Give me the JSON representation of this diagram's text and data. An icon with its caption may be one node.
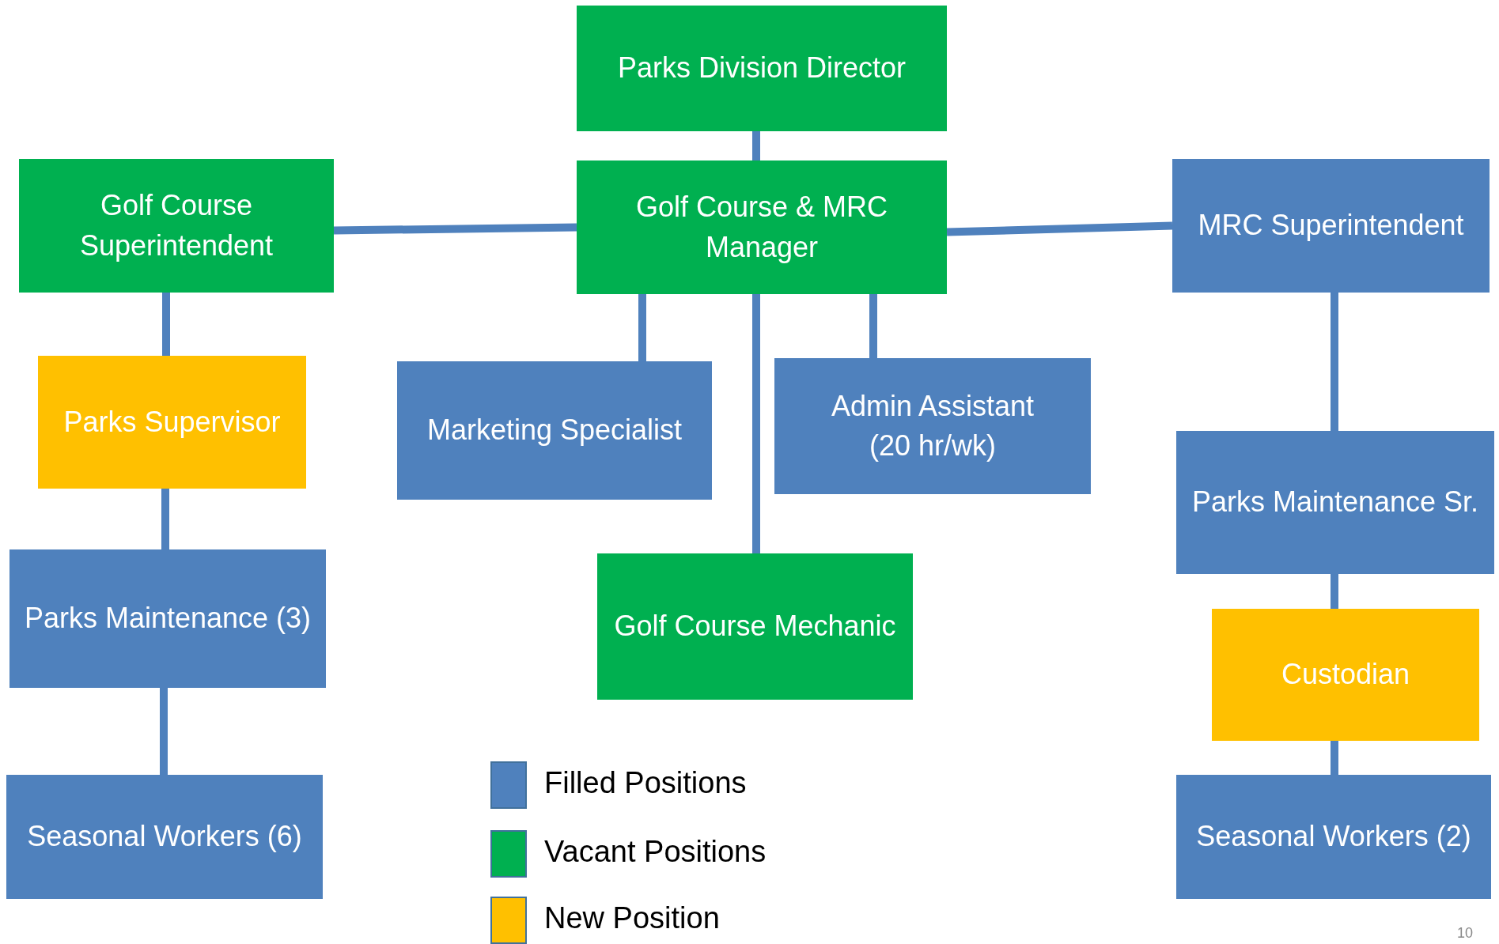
{
  "diagram": {
    "nodes": [
      {
        "text": [
          "Parks Division Director"
        ]
      },
      {
        "text": [
          "Golf Course Superintendent"
        ]
      },
      {
        "text": [
          "Golf Course & MRC Manager"
        ]
      },
      {
        "text": [
          "MRC Superintendent"
        ]
      },
      {
        "text": [
          "Parks Supervisor"
        ]
      },
      {
        "text": [
          "Marketing Specialist"
        ]
      },
      {
        "text": [
          "Admin Assistant (20 hr/wk)"
        ]
      },
      {
        "text": [
          "Parks Maintenance Sr."
        ]
      },
      {
        "text": [
          "Parks Maintenance (3)"
        ]
      },
      {
        "text": [
          "Golf Course Mechanic"
        ]
      },
      {
        "text": [
          "Custodian"
        ]
      },
      {
        "text": [
          "Seasonal Workers (6)"
        ]
      },
      {
        "text": [
          "Seasonal Workers (2)"
        ]
      }
    ],
    "edges": [
      {
        "from": 0,
        "to": 2,
        "arrow": "none"
      },
      {
        "from": 2,
        "to": 1,
        "arrow": "none"
      },
      {
        "from": 2,
        "to": 3,
        "arrow": "none"
      },
      {
        "from": 2,
        "to": 5,
        "arrow": "none"
      },
      {
        "from": 2,
        "to": 9,
        "arrow": "none"
      },
      {
        "from": 2,
        "to": 6,
        "arrow": "none"
      },
      {
        "from": 1,
        "to": 4,
        "arrow": "none"
      },
      {
        "from": 4,
        "to": 8,
        "arrow": "none"
      },
      {
        "from": 8,
        "to": 11,
        "arrow": "none"
      },
      {
        "from": 3,
        "to": 7,
        "arrow": "none"
      },
      {
        "from": 7,
        "to": 10,
        "arrow": "none"
      },
      {
        "from": 10,
        "to": 12,
        "arrow": "none"
      }
    ],
    "labels": [
      "10"
    ],
    "legend": [
      {
        "text": "Filled Positions",
        "color": "#4f81bd"
      },
      {
        "text": "Vacant Positions",
        "color": "#00b050"
      },
      {
        "text": "New Position",
        "color": "#ffc000"
      }
    ]
  }
}
